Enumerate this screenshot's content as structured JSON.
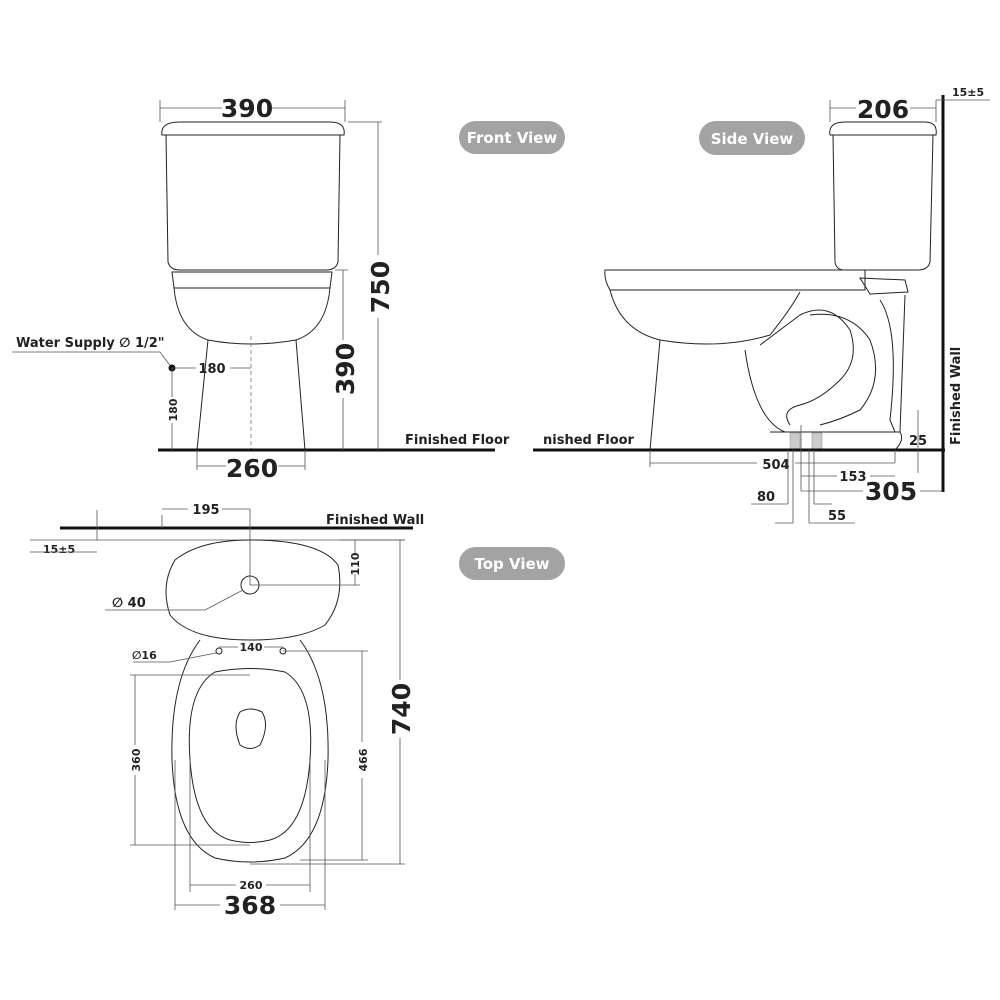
{
  "views": {
    "front": "Front View",
    "side": "Side View",
    "top": "Top View"
  },
  "front": {
    "width_top": "390",
    "height_total": "750",
    "height_seat": "390",
    "water_supply": "Water Supply ∅ 1/2\"",
    "supply_offset": "180",
    "supply_height": "180",
    "base_width": "260",
    "floor_label": "Finished Floor"
  },
  "side": {
    "tank_depth": "206",
    "wall_gap": "15±5",
    "wall_label": "Finished Wall",
    "floor_label": "nished Floor",
    "d504": "504",
    "d25": "25",
    "d153": "153",
    "d305": "305",
    "d80": "80",
    "d55": "55"
  },
  "top": {
    "wall_label": "Finished Wall",
    "wall_gap": "15±5",
    "d195": "195",
    "d110": "110",
    "hole40": "∅ 40",
    "hole16": "∅16",
    "d140": "140",
    "d360": "360",
    "d466": "466",
    "d740": "740",
    "d260": "260",
    "d368": "368"
  }
}
